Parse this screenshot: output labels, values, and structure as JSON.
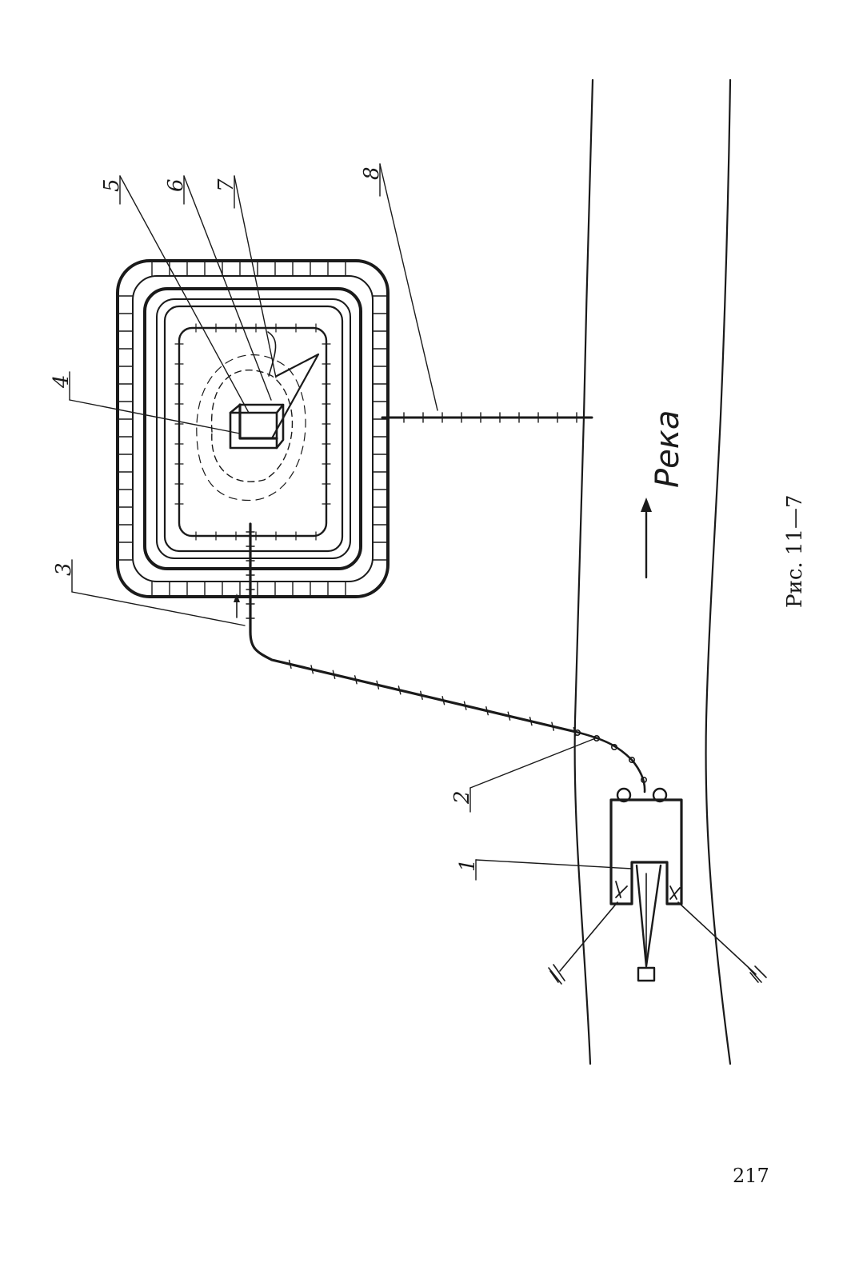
{
  "figure": {
    "caption": "Рис. 11—7",
    "flow_label": "Река",
    "page_number": "217",
    "callouts": [
      "1",
      "2",
      "3",
      "4",
      "5",
      "6",
      "7",
      "8"
    ]
  }
}
